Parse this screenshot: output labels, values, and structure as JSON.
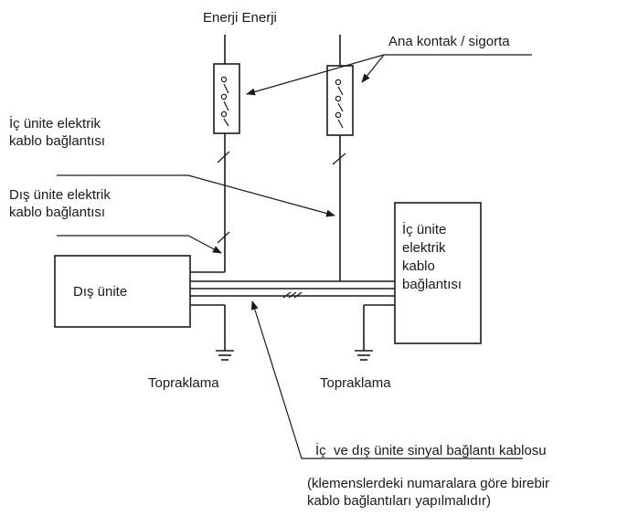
{
  "labels": {
    "power_top": "Enerji Enerji",
    "main_contact": "Ana kontak / sigorta",
    "indoor_cable_left": "İç ünite elektrik\nkablo bağlantısı",
    "outdoor_cable": "Dış ünite elektrik\nkablo bağlantısı",
    "outdoor_unit": "Dış ünite",
    "indoor_unit_box": "İç ünite\nelektrik\nkablo\nbağlantısı",
    "ground_left": "Topraklama",
    "ground_right": "Topraklama",
    "signal_cable": "İç  ve dış ünite sinyal bağlantı kablosu",
    "note": "(klemenslerdeki numaralara göre birebir\nkablo bağlantıları yapılmalıdır)"
  },
  "icons": {
    "fuse": "fuse-icon",
    "ground": "ground-icon",
    "arrow": "arrow-icon"
  },
  "colors": {
    "line": "#1a1a1a",
    "background": "#ffffff"
  }
}
